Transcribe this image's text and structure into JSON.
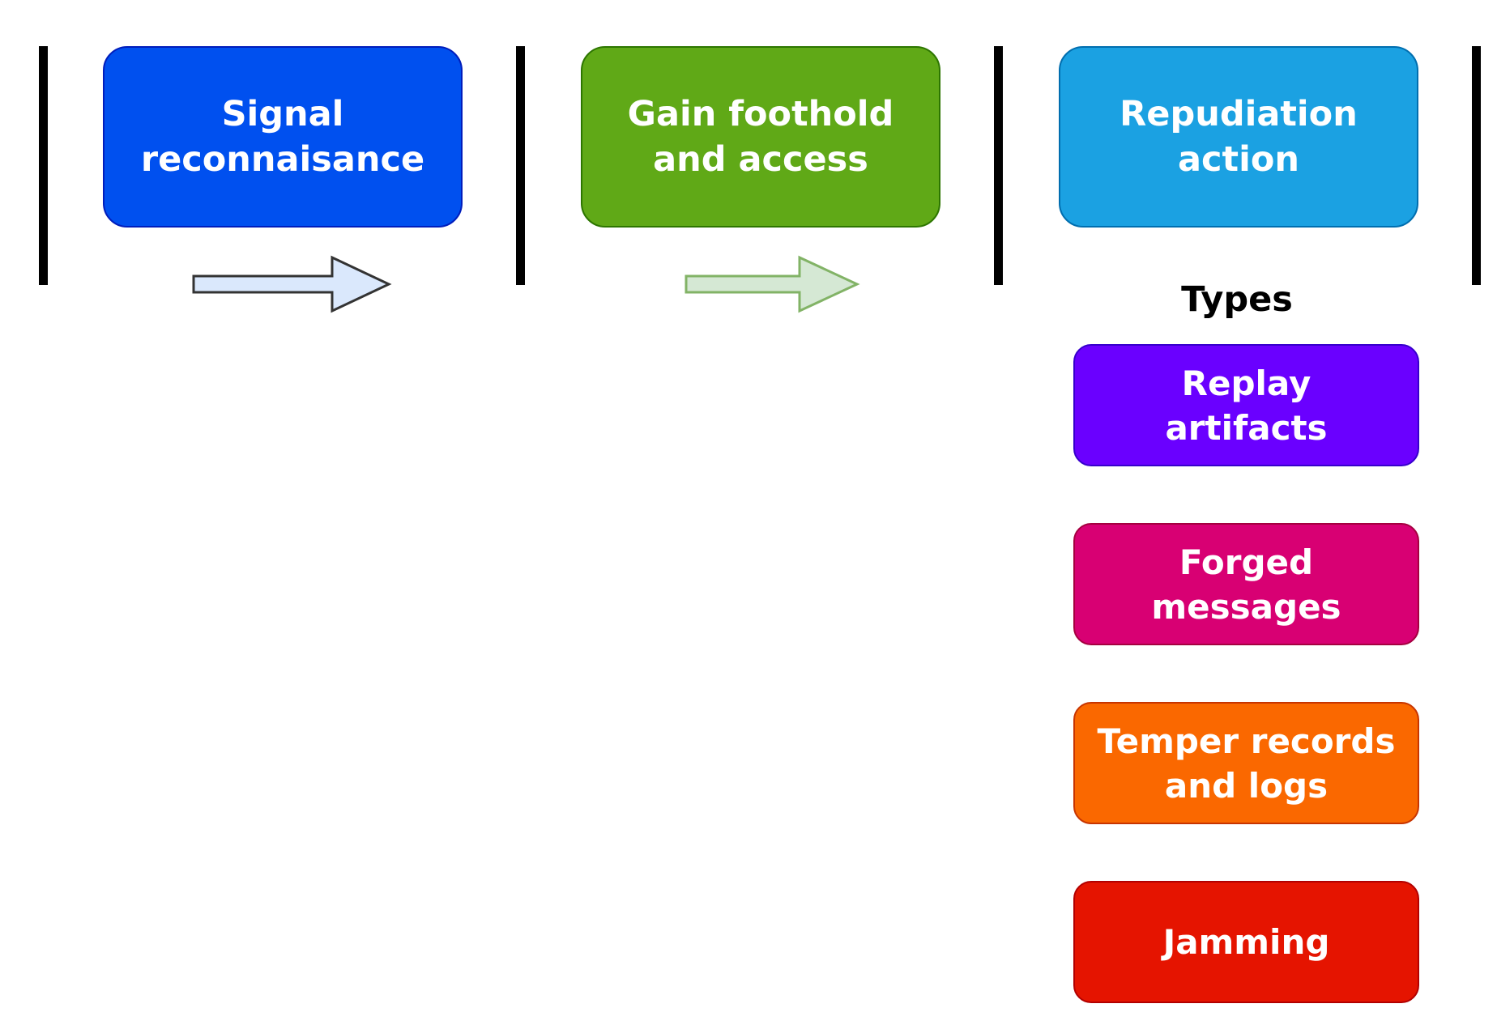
{
  "stages": [
    {
      "label": "Signal\nreconnaisance",
      "fill": "#0050EF",
      "border": "#001DBC"
    },
    {
      "label": "Gain foothold\nand access",
      "fill": "#60A917",
      "border": "#2D7600"
    },
    {
      "label": "Repudiation\naction",
      "fill": "#1BA1E2",
      "border": "#006EAF"
    }
  ],
  "arrows": [
    {
      "fill": "#DAE8FC",
      "stroke": "#333333"
    },
    {
      "fill": "#D5E8D4",
      "stroke": "#82B366"
    }
  ],
  "types_heading": "Types",
  "types": [
    {
      "label": "Replay\nartifacts",
      "fill": "#6A00FF",
      "border": "#3700CC"
    },
    {
      "label": "Forged\nmessages",
      "fill": "#D80073",
      "border": "#A50040"
    },
    {
      "label": "Temper records\nand logs",
      "fill": "#FA6800",
      "border": "#C73500"
    },
    {
      "label": "Jamming",
      "fill": "#E51400",
      "border": "#B20000"
    }
  ]
}
